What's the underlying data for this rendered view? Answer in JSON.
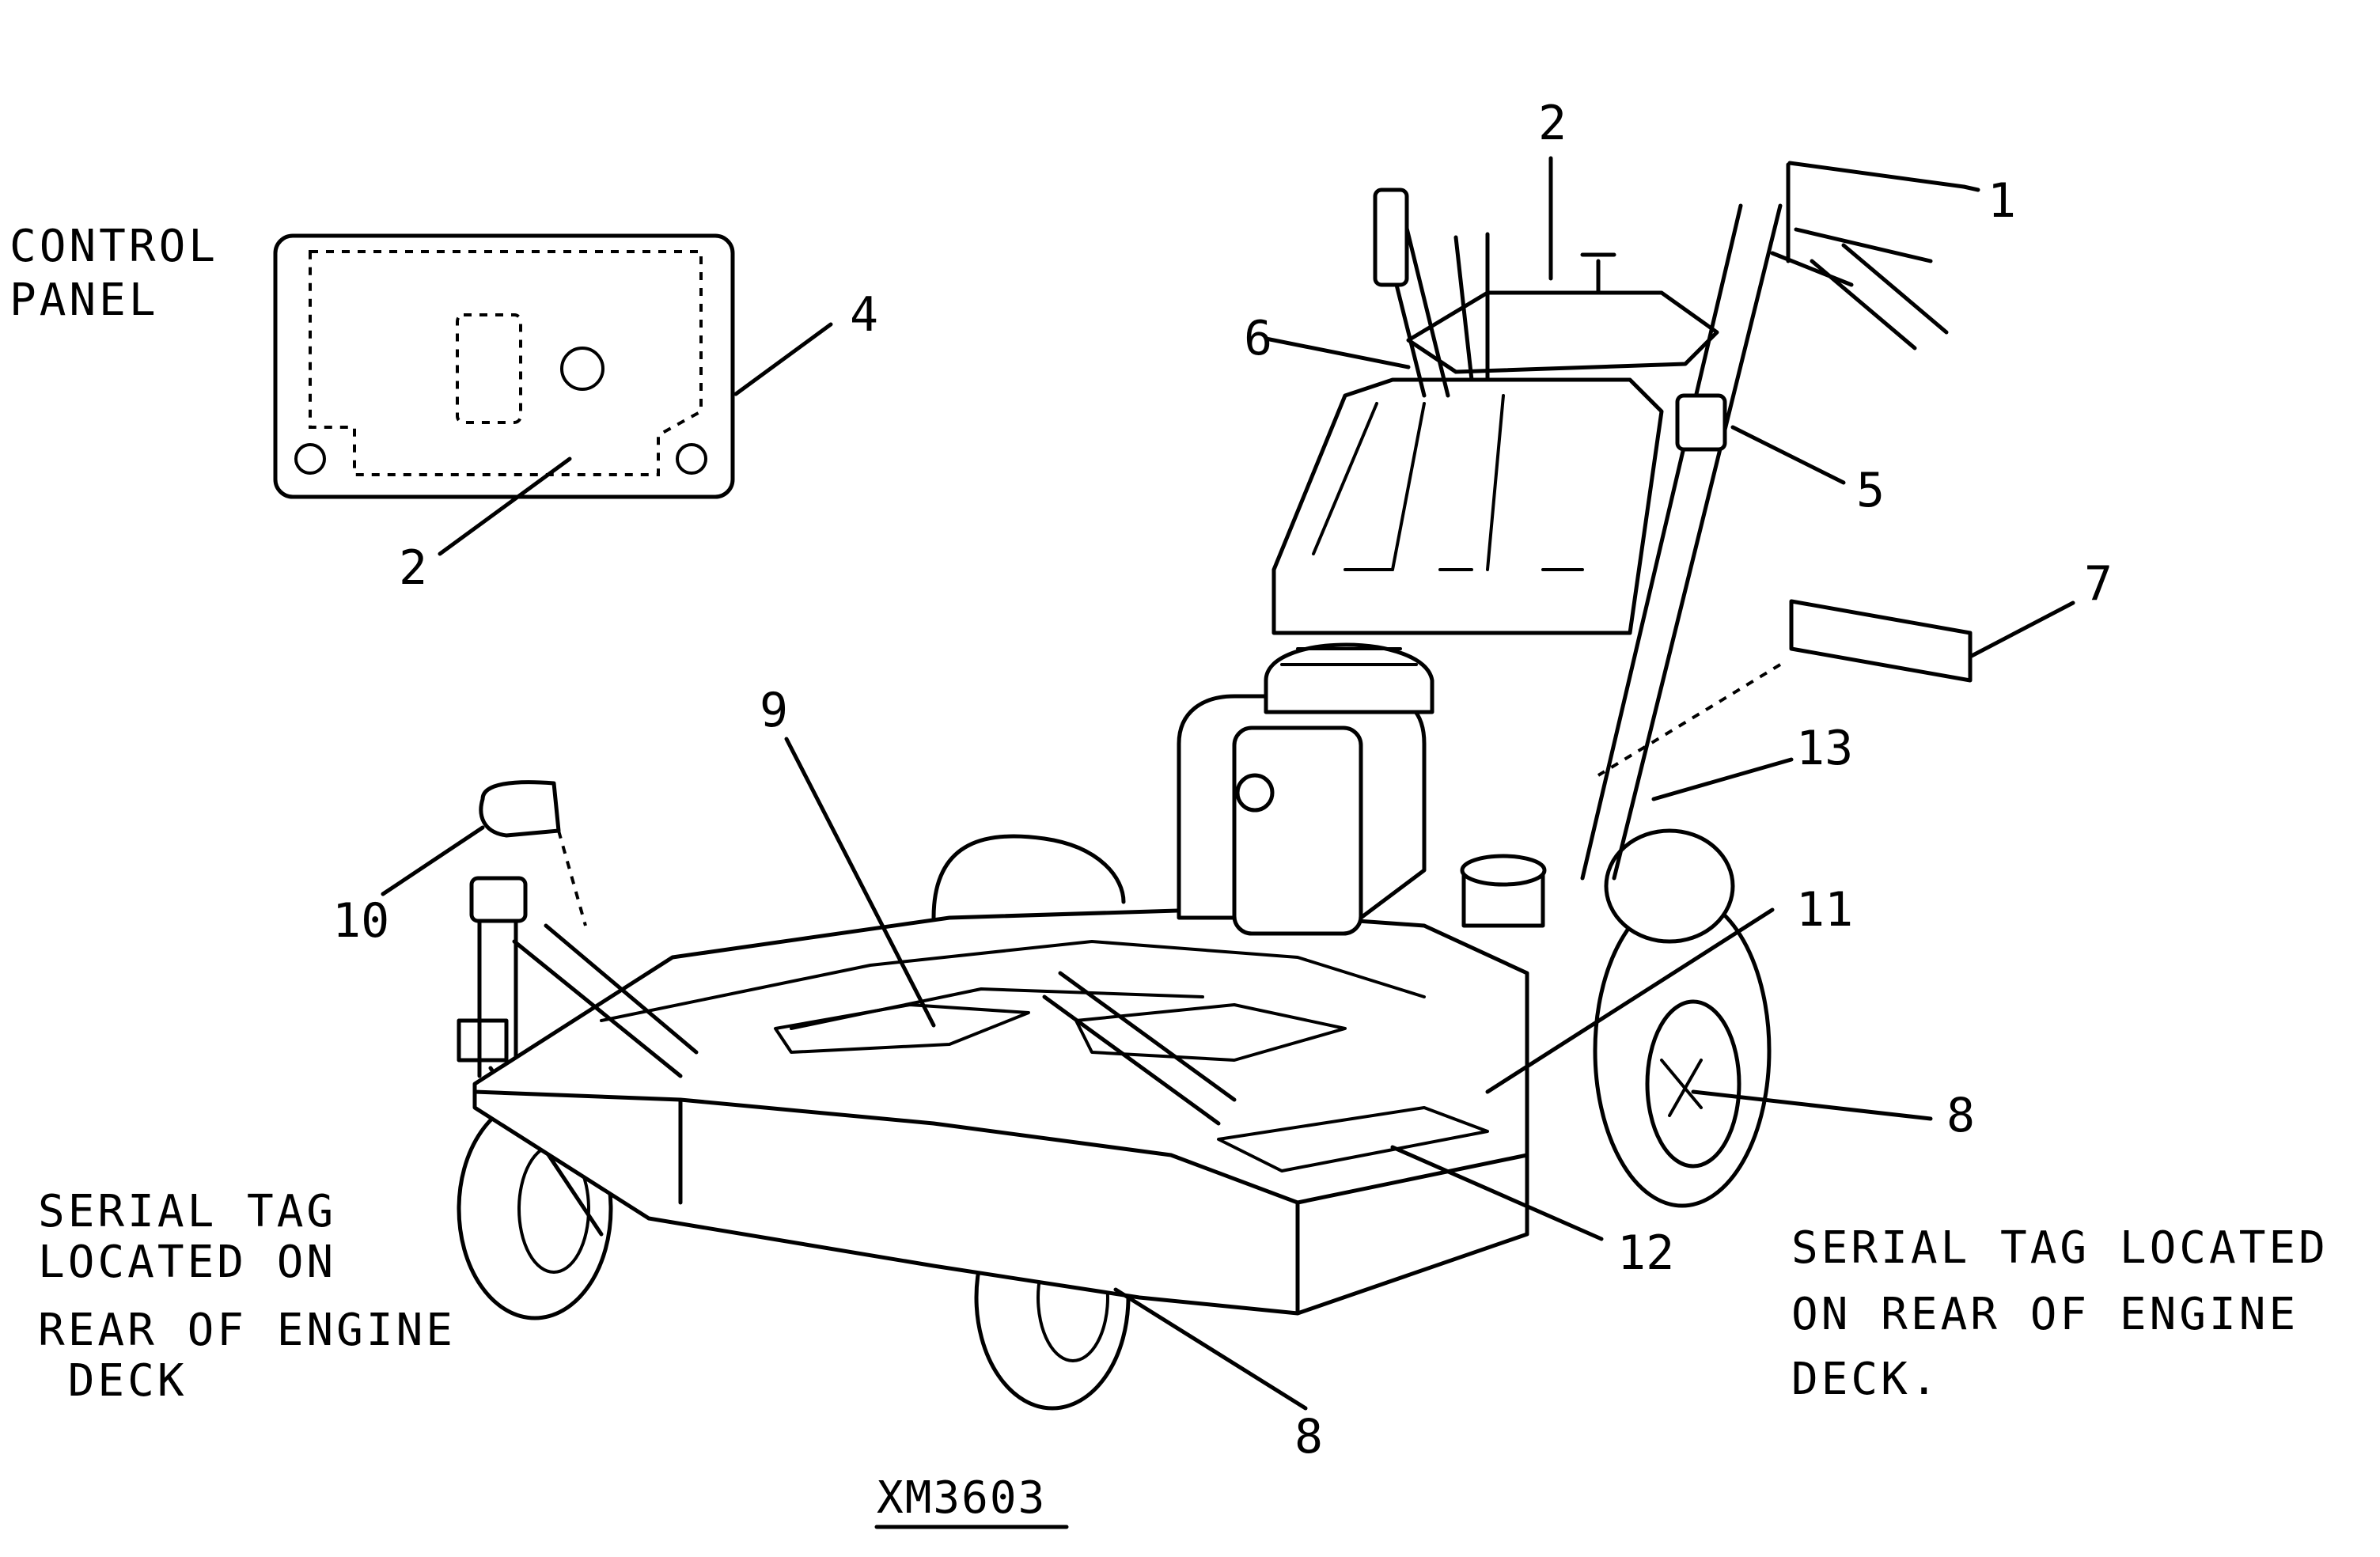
{
  "control_panel": {
    "title_line1": "CONTROL",
    "title_line2": "PANEL"
  },
  "callouts": [
    "1",
    "2",
    "2",
    "4",
    "5",
    "6",
    "7",
    "8",
    "8",
    "9",
    "10",
    "11",
    "12",
    "13"
  ],
  "notes": {
    "left": [
      "SERIAL TAG",
      "LOCATED ON",
      "REAR OF ENGINE",
      " DECK"
    ],
    "right": [
      "SERIAL TAG LOCATED",
      "ON REAR OF ENGINE",
      "DECK."
    ]
  },
  "figure_id": "XM3603"
}
